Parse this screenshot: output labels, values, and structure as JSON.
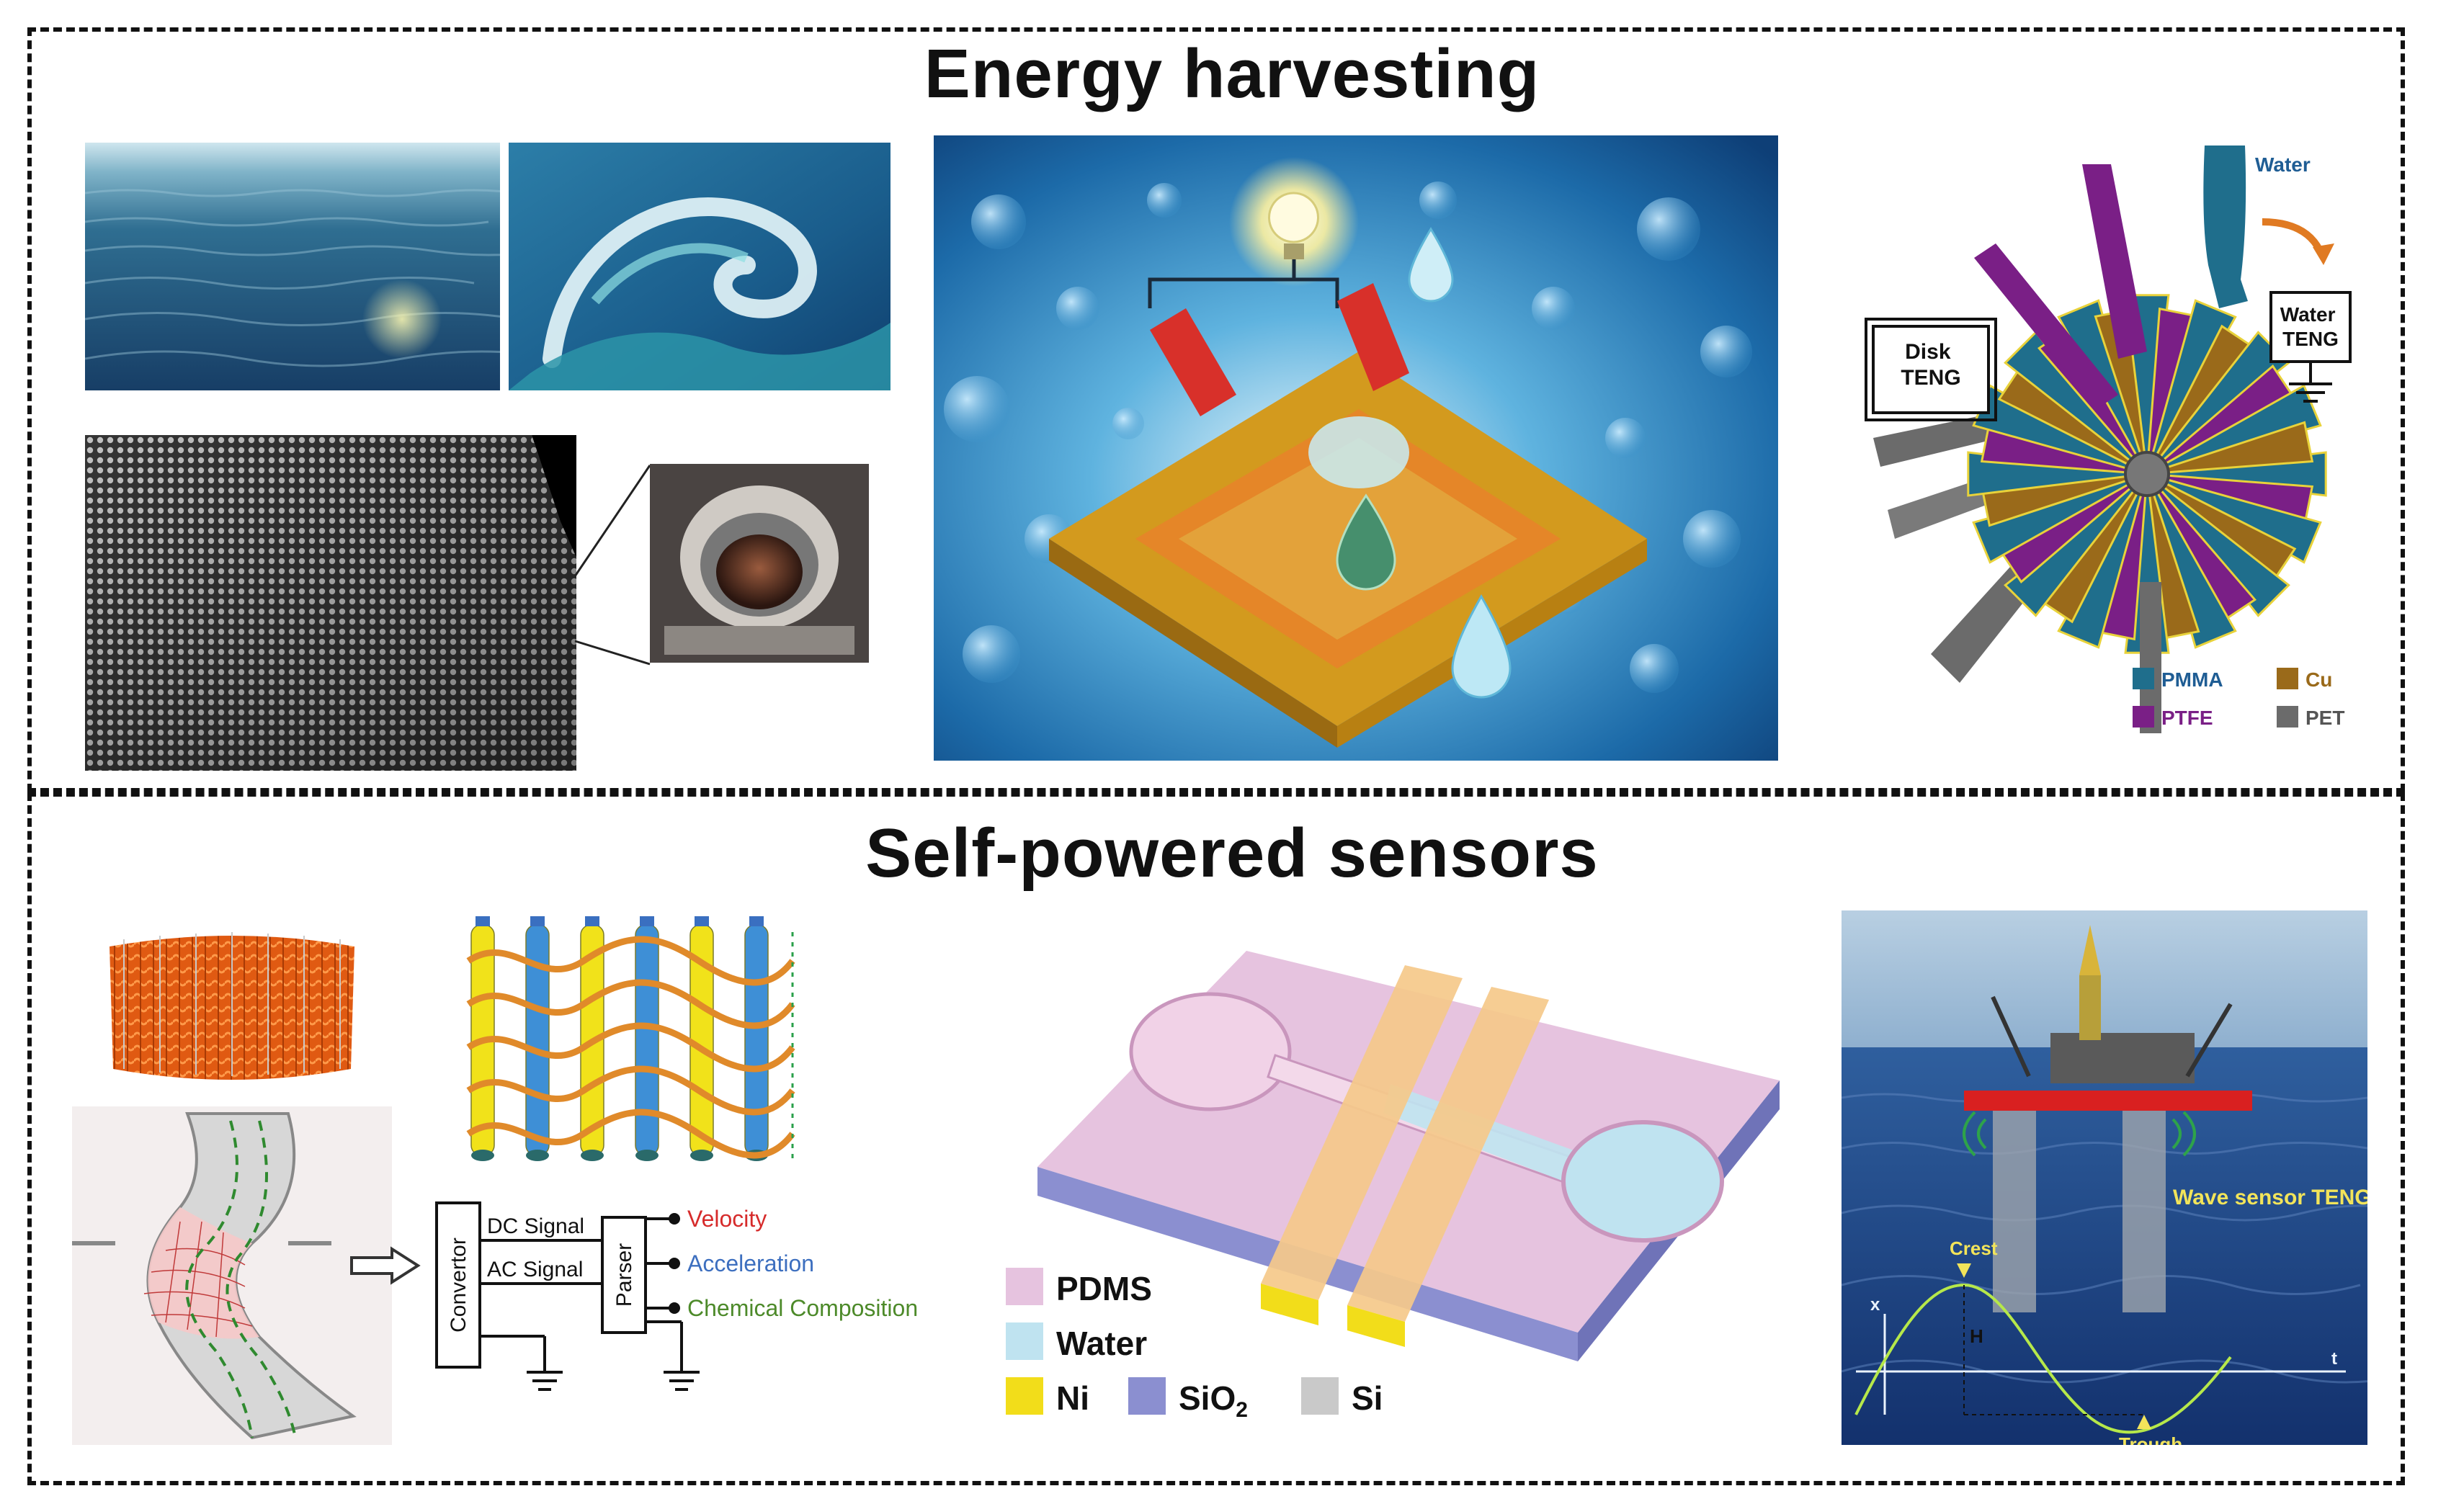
{
  "panels": {
    "energy": {
      "title": "Energy harvesting",
      "rotary_labels": {
        "water": "Water",
        "disk_teng": "Disk TENG",
        "water_teng": "Water TENG",
        "legend": [
          {
            "name": "PMMA",
            "color": "#1f6e8c"
          },
          {
            "name": "Cu",
            "color": "#9a6a1a"
          },
          {
            "name": "PTFE",
            "color": "#7a1f86"
          },
          {
            "name": "PET",
            "color": "#6b6b6b"
          }
        ]
      }
    },
    "sensors": {
      "title": "Self-powered sensors",
      "circuit": {
        "convertor": "Convertor",
        "parser": "Parser",
        "dc_signal": "DC Signal",
        "ac_signal": "AC Signal",
        "outputs": [
          {
            "label": "Velocity",
            "color": "#d62b2b"
          },
          {
            "label": "Acceleration",
            "color": "#3d6fbf"
          },
          {
            "label": "Chemical Composition",
            "color": "#4d8a2a"
          }
        ]
      },
      "material_legend": [
        {
          "name": "PDMS",
          "color": "#e6c3df"
        },
        {
          "name": "Water",
          "color": "#bfe3f0"
        },
        {
          "name": "Ni",
          "color": "#f2dd1a"
        },
        {
          "name": "SiO",
          "subscript": "2",
          "color": "#8b8fd0"
        },
        {
          "name": "Si",
          "color": "#c9c9c9"
        }
      ],
      "wave_labels": {
        "sensor": "Wave sensor TENG",
        "crest": "Crest",
        "trough": "Trough",
        "x_axis": "x",
        "t_axis": "t",
        "height": "H"
      }
    }
  }
}
